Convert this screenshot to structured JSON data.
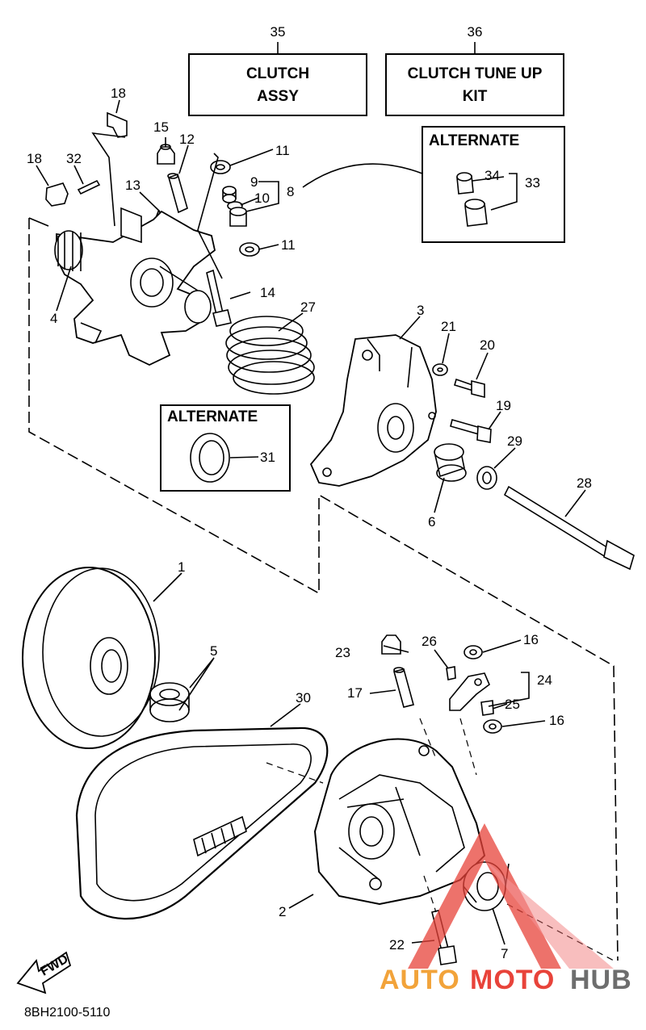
{
  "diagram": {
    "part_code": "8BH2100-5110",
    "fwd_label": "FWD",
    "boxes": {
      "clutch_assy": {
        "number": "35",
        "line1": "CLUTCH",
        "line2": "ASSY"
      },
      "tune_up_kit": {
        "number": "36",
        "line1": "CLUTCH TUNE UP",
        "line2": "KIT"
      },
      "alternate_top": {
        "title": "ALTERNATE",
        "part_a": "34",
        "part_b": "33"
      },
      "alternate_mid": {
        "title": "ALTERNATE",
        "part": "31"
      }
    },
    "callouts": [
      "1",
      "2",
      "3",
      "4",
      "5",
      "6",
      "7",
      "8",
      "9",
      "10",
      "11",
      "11",
      "12",
      "13",
      "14",
      "15",
      "16",
      "16",
      "17",
      "18",
      "18",
      "19",
      "20",
      "21",
      "22",
      "23",
      "24",
      "25",
      "26",
      "27",
      "28",
      "29",
      "30",
      "32"
    ],
    "watermark": {
      "part1": "AUTO",
      "part2": "MOTO",
      "part3": "HUB"
    },
    "colors": {
      "line": "#000000",
      "watermark_orange": "#f2a33a",
      "watermark_red": "#e8433a",
      "watermark_gray": "#6d6d6d"
    }
  }
}
